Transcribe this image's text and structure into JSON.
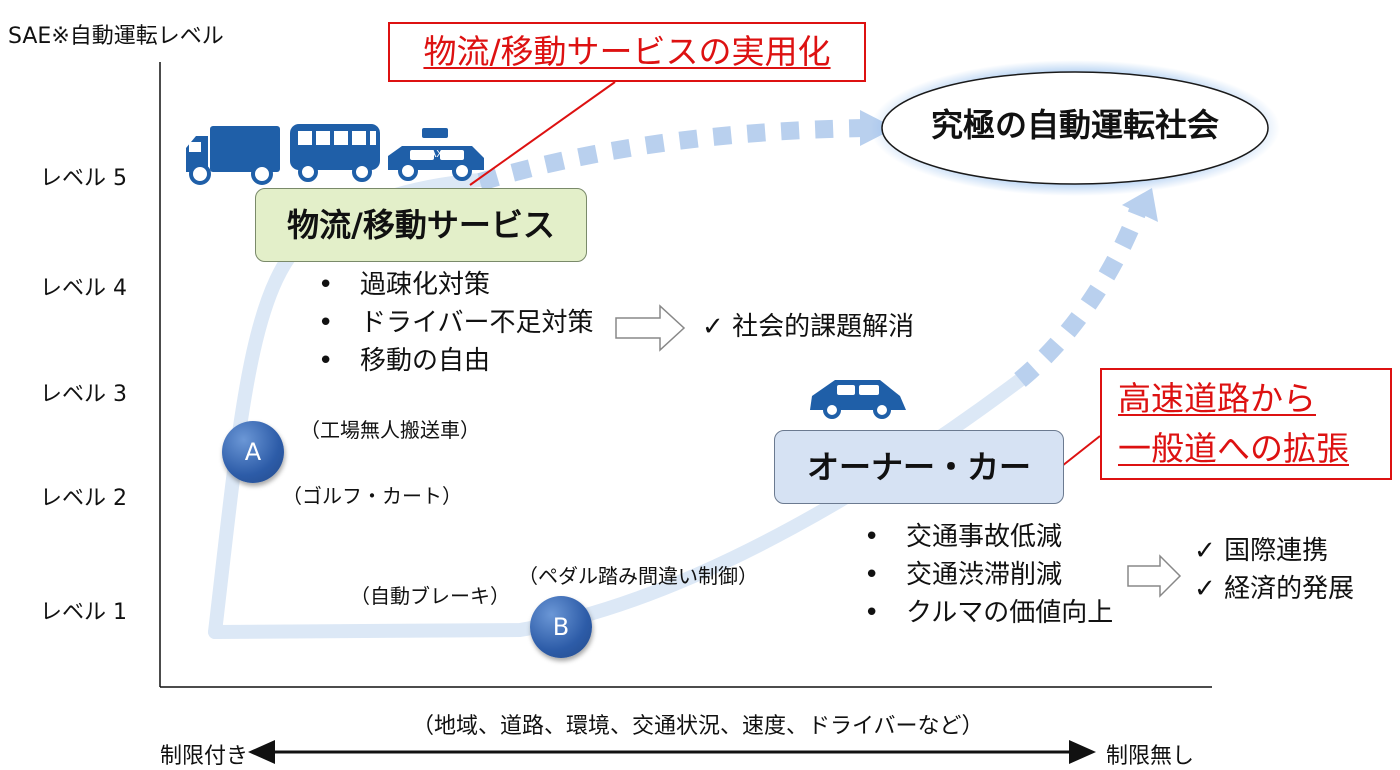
{
  "axis": {
    "y_title": "SAE※自動運転レベル",
    "levels": [
      "レベル 5",
      "レベル 4",
      "レベル 3",
      "レベル 2",
      "レベル 1"
    ],
    "x_note": "（地域、道路、環境、交通状況、速度、ドライバーなど）",
    "x_left": "制限付き",
    "x_right": "制限無し"
  },
  "logistics_callout": "物流/移動サービスの実用化",
  "goal": "究極の自動運転社会",
  "logistics_box": "物流/移動サービス",
  "logistics_bullets": [
    "過疎化対策",
    "ドライバー不足対策",
    "移動の自由"
  ],
  "logistics_result": "社会的課題解消",
  "owner_box": "オーナー・カー",
  "owner_callout": [
    "高速道路から",
    "一般道への拡張"
  ],
  "owner_bullets": [
    "交通事故低減",
    "交通渋滞削減",
    "クルマの価値向上"
  ],
  "owner_results": [
    "国際連携",
    "経済的発展"
  ],
  "marker_a": "A",
  "marker_b": "B",
  "notes": {
    "factory": "（工場無人搬送車）",
    "golf": "（ゴルフ・カート）",
    "pedal": "（ペダル踏み間違い制御）",
    "brake": "（自動ブレーキ）"
  },
  "taxi_sign": "TAXI",
  "colors": {
    "accent_red": "#dd1111",
    "vehicle_blue": "#1f5fa8",
    "path_blue": "#c7d9f0",
    "logistics_fill": "#e3efc9",
    "owner_fill": "#d6e2f3"
  }
}
